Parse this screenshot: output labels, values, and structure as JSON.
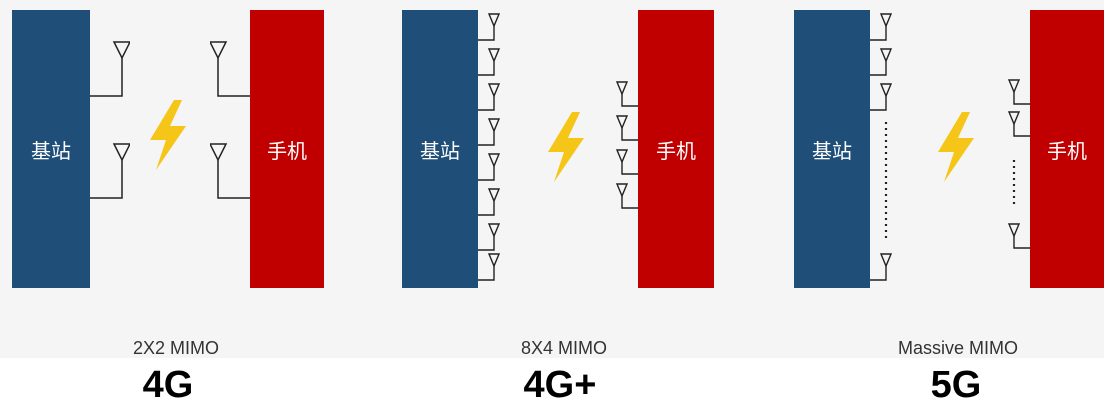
{
  "panels": [
    {
      "base_station_label": "基站",
      "phone_label": "手机",
      "config_label": "2X2 MIMO",
      "generation": "4G"
    },
    {
      "base_station_label": "基站",
      "phone_label": "手机",
      "config_label": "8X4 MIMO",
      "generation": "4G+"
    },
    {
      "base_station_label": "基站",
      "phone_label": "手机",
      "config_label": "Massive MIMO",
      "generation": "5G"
    }
  ],
  "colors": {
    "base_station": "#1f4e79",
    "phone": "#c00000",
    "lightning": "#f5c518"
  }
}
